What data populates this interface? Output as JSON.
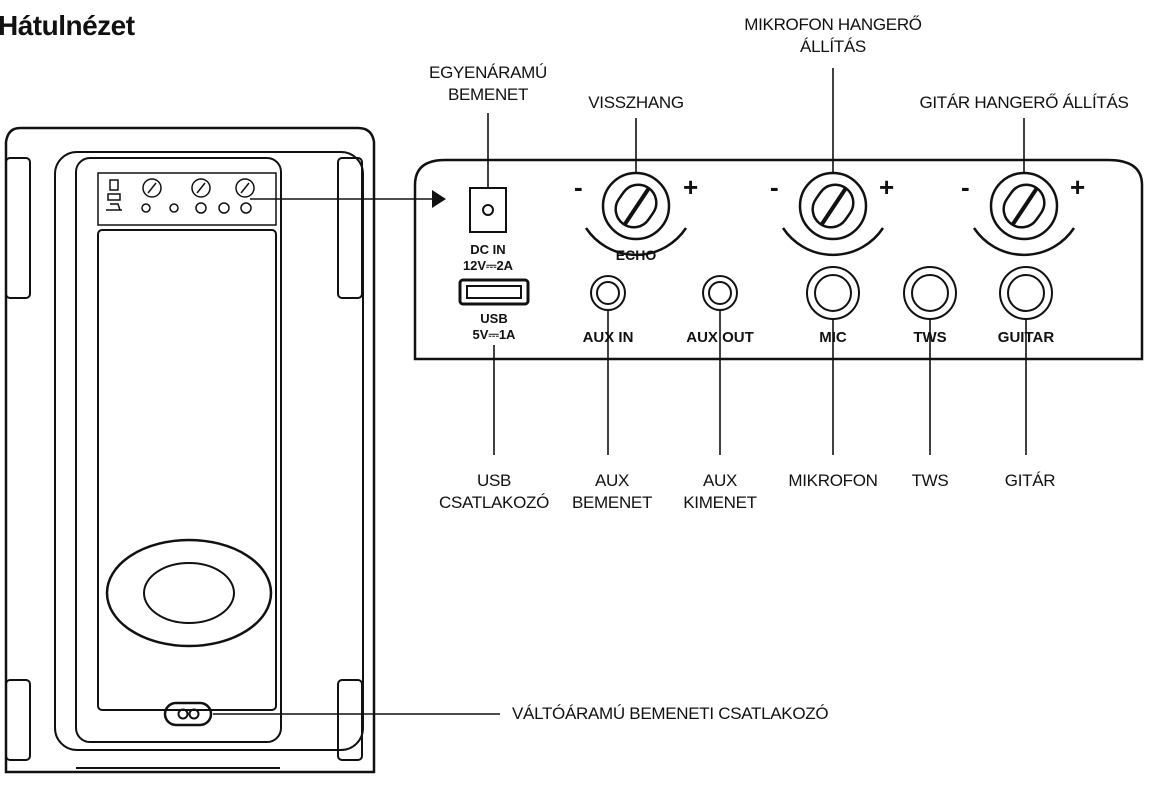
{
  "title": "Hátulnézet",
  "callouts": {
    "dc_input": [
      "EGYENÁRAMÚ",
      "BEMENET"
    ],
    "echo": "VISSZHANG",
    "mic_volume": [
      "MIKROFON HANGERŐ",
      "ÁLLÍTÁS"
    ],
    "guitar_volume": "GITÁR HANGERŐ ÁLLÍTÁS",
    "usb": [
      "USB",
      "CSATLAKOZÓ"
    ],
    "aux_in": [
      "AUX",
      "BEMENET"
    ],
    "aux_out": [
      "AUX",
      "KIMENET"
    ],
    "mic": "MIKROFON",
    "tws": "TWS",
    "guitar": "GITÁR",
    "ac_input": "VÁLTÓÁRAMÚ BEMENETI CSATLAKOZÓ"
  },
  "panel_printing": {
    "dc_in": "DC IN",
    "dc_rating": "12V⎓2A",
    "usb": "USB",
    "usb_rating": "5V⎓1A",
    "echo": "ECHO",
    "aux_in": "AUX IN",
    "aux_out": "AUX OUT",
    "mic": "MIC",
    "tws": "TWS",
    "guitar": "GUITAR",
    "minus": "-",
    "plus": "+"
  }
}
